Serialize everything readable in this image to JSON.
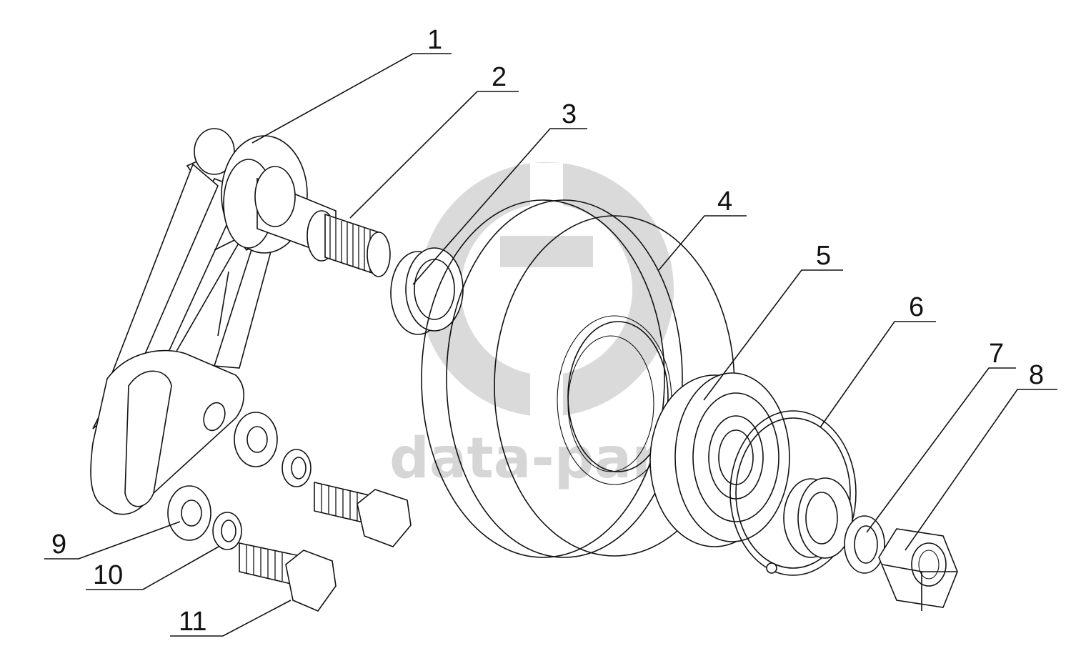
{
  "watermark": {
    "text": "data-parts",
    "logo": "db-logo"
  },
  "callouts": [
    {
      "id": "1",
      "label": "1"
    },
    {
      "id": "2",
      "label": "2"
    },
    {
      "id": "3",
      "label": "3"
    },
    {
      "id": "4",
      "label": "4"
    },
    {
      "id": "5",
      "label": "5"
    },
    {
      "id": "6",
      "label": "6"
    },
    {
      "id": "7",
      "label": "7"
    },
    {
      "id": "8",
      "label": "8"
    },
    {
      "id": "9",
      "label": "9"
    },
    {
      "id": "10",
      "label": "10"
    },
    {
      "id": "11",
      "label": "11"
    }
  ],
  "colors": {
    "line": "#111111",
    "watermark": "#d6d6d6",
    "background": "#ffffff"
  }
}
